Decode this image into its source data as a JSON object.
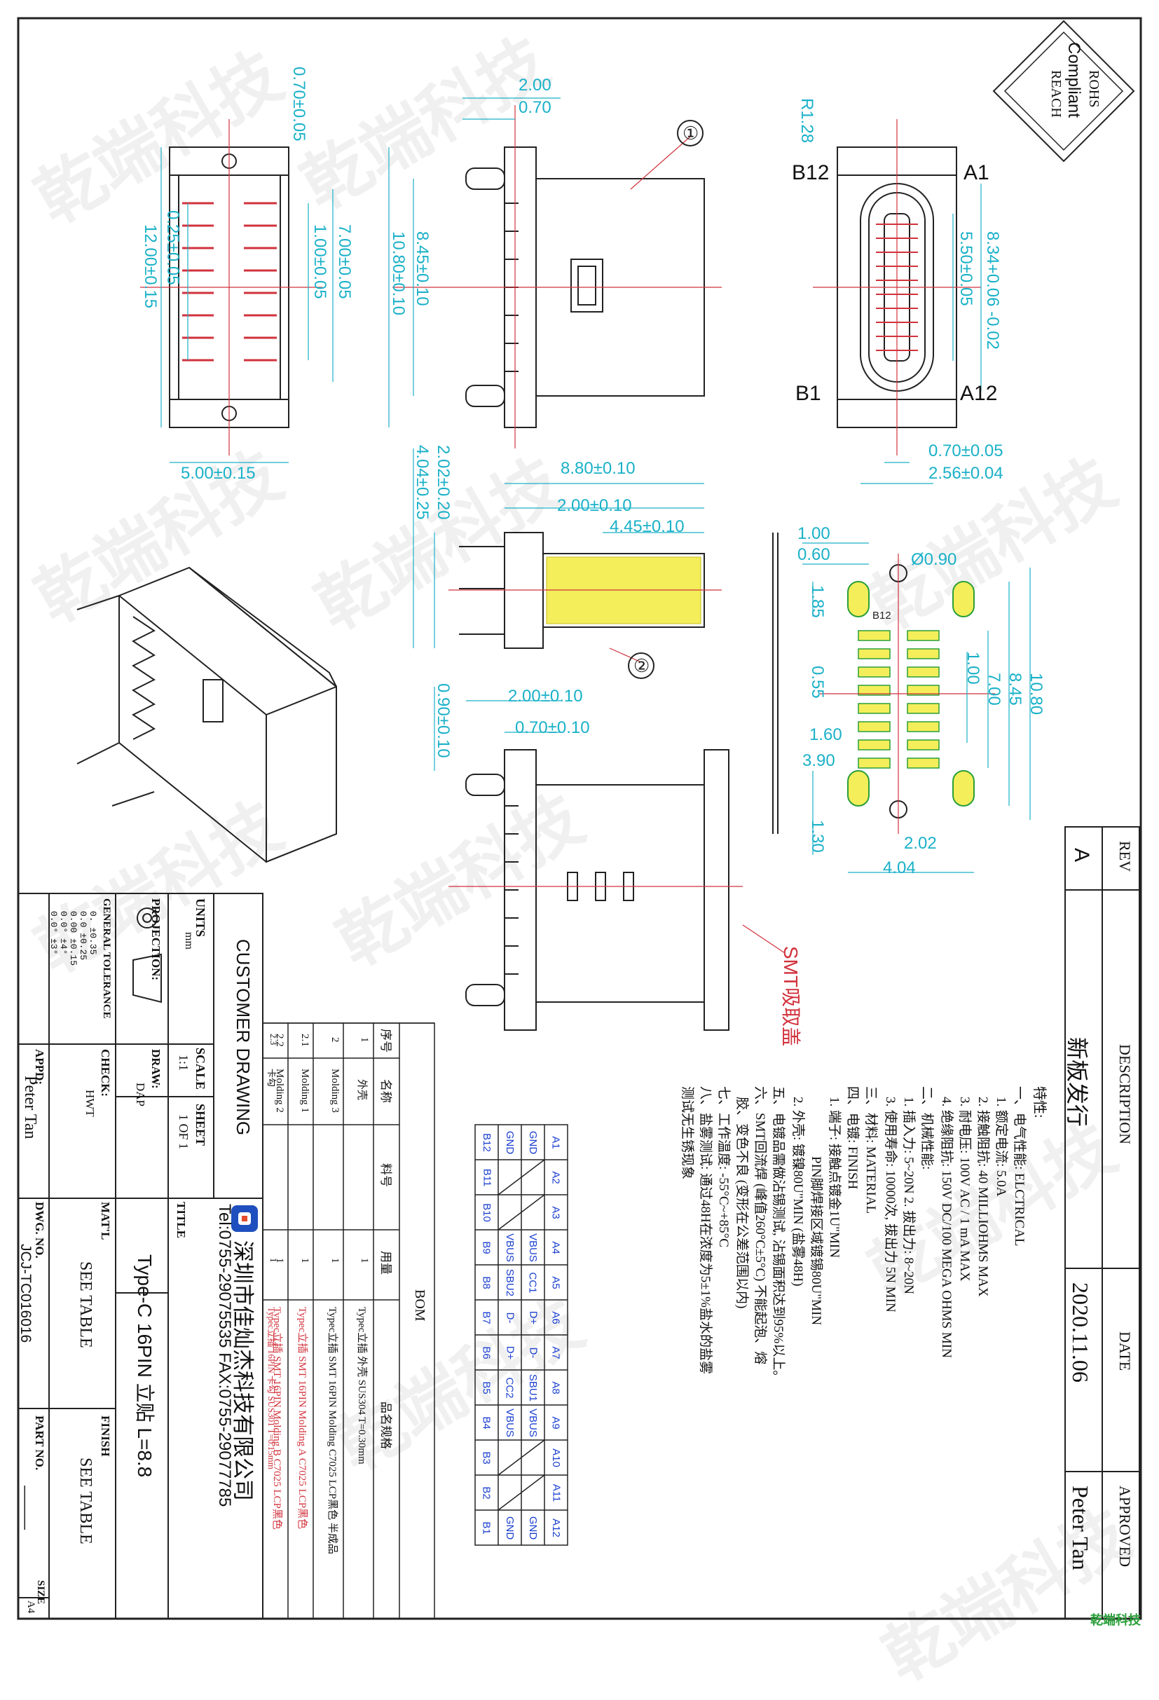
{
  "watermark": "乾端科技",
  "corner_badge": "乾端科技",
  "rohs": {
    "line1": "ROHS",
    "line2": "Compliant",
    "line3": "REACH"
  },
  "balloons": {
    "one": "①",
    "two": "②"
  },
  "top_view": {
    "d1": "0.70±0.05",
    "d2": "0.25±0.05",
    "d3": "12.00±0.15",
    "d4": "1.00±0.05",
    "d5": "7.00±0.05",
    "d6": "5.00±0.15"
  },
  "side_view": {
    "d1": "2.00",
    "d2": "0.70",
    "d3": "8.45±0.10",
    "d4": "10.80±0.10"
  },
  "end_view": {
    "r": "R1.28",
    "b12": "B12",
    "a1": "A1",
    "b1": "B1",
    "a12": "A12",
    "d1": "5.50±0.05",
    "d2": "8.34+0.06 -0.02",
    "d3": "0.70±0.05",
    "d4": "2.56±0.04"
  },
  "bottom_view": {
    "d1": "2.02±0.20",
    "d2": "4.04±0.25",
    "d3": "8.80±0.10",
    "d4": "2.00±0.10",
    "d5": "4.45±0.10"
  },
  "rear_view": {
    "d1": "0.90±0.10",
    "d2": "2.00±0.10",
    "d3": "0.70±0.10",
    "smt": "SMT吸取盖"
  },
  "footprint": {
    "d1": "1.00",
    "d2": "0.60",
    "d3": "1.85",
    "d4": "0.55",
    "d5": "1.60",
    "d6": "3.90",
    "d7": "1.30",
    "d8": "2.02",
    "d9": "4.04",
    "d10": "1.00",
    "d11": "7.00",
    "d12": "8.45",
    "d13": "10.80",
    "d14": "Ø0.90",
    "b12": "B12"
  },
  "revision": {
    "rev_header": "REV",
    "rev": "A",
    "desc_header": "DESCRIPTION",
    "desc": "新板发行",
    "date_header": "DATE",
    "date": "2020.11.06",
    "appr_header": "APPROVED",
    "appr": "Peter Tan"
  },
  "specs": [
    "特性:",
    "一、电气性能: ELCTRICAL",
    "1. 额定电流: 5.0A",
    "2. 接触阻抗: 40 MILLIOHMS MAX",
    "3. 耐电压: 100V AC / 1 mA MAX",
    "4. 绝缘阻抗: 150V DC/100 MEGA OHMS MIN",
    "二、机械性能:",
    "1. 插入力: 5~20N  2. 拔出力: 8~20N",
    "3. 使用寿命: 10000次, 拔出力 5N MIN",
    "三、材料: MATERIAL",
    "四、电镀: FINISH",
    "1. 端子: 接触点镀金1U\"MIN",
    "PIN脚焊接区域镀锡80U\"MIN",
    "2. 外壳: 镀镍80U\"MIN (盐雾48H)",
    "五、电镀品需做沾锡测试, 沾锡面积达到95%以上。",
    "六、SMT回流焊 (峰值260°C±5°C) 不能起泡、熔",
    "胶、变色不良 (变形在公差范围以内)",
    "七、工作温度: -55°C~+85°C",
    "八、盐雾测试: 通过48H在浓度为5±1%盐水的盐雾",
    "测试无生锈现象"
  ],
  "pin_table": {
    "rows": [
      [
        "A1",
        "A2",
        "A3",
        "A4",
        "A5",
        "A6",
        "A7",
        "A8",
        "A9",
        "A10",
        "A11",
        "A12"
      ],
      [
        "GND",
        "",
        "",
        "VBUS",
        "CC1",
        "D+",
        "D-",
        "SBU1",
        "VBUS",
        "",
        "",
        "GND"
      ],
      [
        "GND",
        "",
        "",
        "VBUS",
        "SBU2",
        "D-",
        "D+",
        "CC2",
        "VBUS",
        "",
        "",
        "GND"
      ],
      [
        "B12",
        "B11",
        "B10",
        "B9",
        "B8",
        "B7",
        "B6",
        "B5",
        "B4",
        "B3",
        "B2",
        "B1"
      ]
    ]
  },
  "bom": {
    "title": "BOM",
    "headers": {
      "seq": "序号",
      "name": "名称",
      "part": "料号",
      "qty": "用量",
      "spec": "品名规格"
    },
    "rows": [
      {
        "seq": "1",
        "name": "外壳",
        "qty": "1",
        "spec": "Typec立插 外壳 SUS304 T=0.30mm"
      },
      {
        "seq": "2",
        "name": "Molding 3",
        "qty": "1",
        "spec": "Typec立插 SMT 16PIN Molding C7025 LCP黑色 半成品"
      },
      {
        "seq": "2.1",
        "name": "Molding 1",
        "qty": "1",
        "spec": "Typec立插 SMT 16PIN Molding A C7025 LCP黑色"
      },
      {
        "seq": "2.2",
        "name": "Molding 2",
        "qty": "1",
        "spec": "Typec立插 SMT 16PIN Molding B C7025 LCP黑色"
      },
      {
        "seq": "2.3",
        "name": "卡勾",
        "qty": "1",
        "spec": "Typec立插 16PIN 卡勾 SUS301 T=0.15mm"
      }
    ]
  },
  "title_block": {
    "customer_drawing": "CUSTOMER DRAWING",
    "units_label": "UNITS",
    "units": "mm",
    "scale_label": "SCALE",
    "scale": "1:1",
    "sheet_label": "SHEET",
    "sheet": "1 OF 1",
    "projection": "PROJECTION:",
    "tolerance": "GENERAL TOLERANCE",
    "tol_rows": [
      "0.   ±0.35",
      "0.0  ±0.25",
      "0.00 ±0.15",
      "0.0° ±4°",
      "0.0° ±3°"
    ],
    "draw_label": "DRAW:",
    "draw": "DAP",
    "check_label": "CHECK:",
    "check": "HWT",
    "appd_label": "APPD:",
    "appd": "Peter Tan",
    "company": "深圳市佳灿杰科技有限公司",
    "tel": "Tel:0755-29075535 FAX:0755-29077785",
    "title_label": "TITLE",
    "title": "Type-C 16PIN 立贴 L=8.8",
    "matl_label": "MAT'L",
    "matl": "SEE TABLE",
    "finish_label": "FINISH",
    "finish": "SEE TABLE",
    "dwg_label": "DWG. NO.",
    "dwg": "JCJ-TC016016",
    "partno_label": "PART NO.",
    "partno": "———",
    "size_label": "SIZE",
    "size": "A4"
  }
}
